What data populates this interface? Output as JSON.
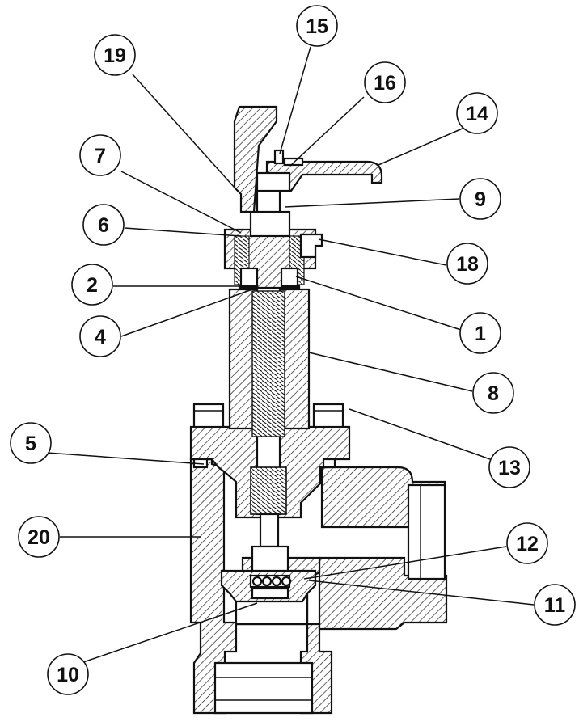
{
  "callouts": [
    {
      "id": "19",
      "label": "19"
    },
    {
      "id": "15",
      "label": "15"
    },
    {
      "id": "16",
      "label": "16"
    },
    {
      "id": "14",
      "label": "14"
    },
    {
      "id": "7",
      "label": "7"
    },
    {
      "id": "9",
      "label": "9"
    },
    {
      "id": "6",
      "label": "6"
    },
    {
      "id": "18",
      "label": "18"
    },
    {
      "id": "2",
      "label": "2"
    },
    {
      "id": "1",
      "label": "1"
    },
    {
      "id": "4",
      "label": "4"
    },
    {
      "id": "8",
      "label": "8"
    },
    {
      "id": "5",
      "label": "5"
    },
    {
      "id": "13",
      "label": "13"
    },
    {
      "id": "20",
      "label": "20"
    },
    {
      "id": "12",
      "label": "12"
    },
    {
      "id": "11",
      "label": "11"
    },
    {
      "id": "10",
      "label": "10"
    }
  ]
}
